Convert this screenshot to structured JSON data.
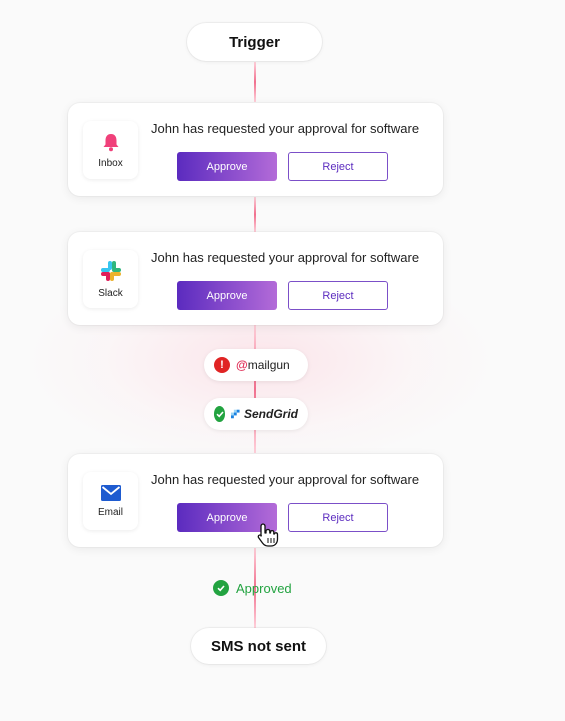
{
  "trigger": {
    "label": "Trigger"
  },
  "cards": [
    {
      "channel": "Inbox",
      "icon": "bell-icon",
      "message": "John has requested your approval for software",
      "approve_label": "Approve",
      "reject_label": "Reject"
    },
    {
      "channel": "Slack",
      "icon": "slack-icon",
      "message": "John has requested your approval for software",
      "approve_label": "Approve",
      "reject_label": "Reject"
    },
    {
      "channel": "Email",
      "icon": "email-icon",
      "message": "John has requested your approval for software",
      "approve_label": "Approve",
      "reject_label": "Reject"
    }
  ],
  "providers": [
    {
      "name": "mailgun",
      "status": "error",
      "status_icon": "error-icon",
      "logo_symbol": "@"
    },
    {
      "name": "SendGrid",
      "status": "success",
      "status_icon": "check-icon"
    }
  ],
  "result": {
    "label": "Approved",
    "icon": "check-icon"
  },
  "final": {
    "label": "SMS not sent"
  },
  "colors": {
    "accent": "#5b2bbf",
    "accent_end": "#b36bd8",
    "line": "#f0708e",
    "success": "#22a340",
    "error": "#e02424",
    "bell": "#f0407a"
  }
}
